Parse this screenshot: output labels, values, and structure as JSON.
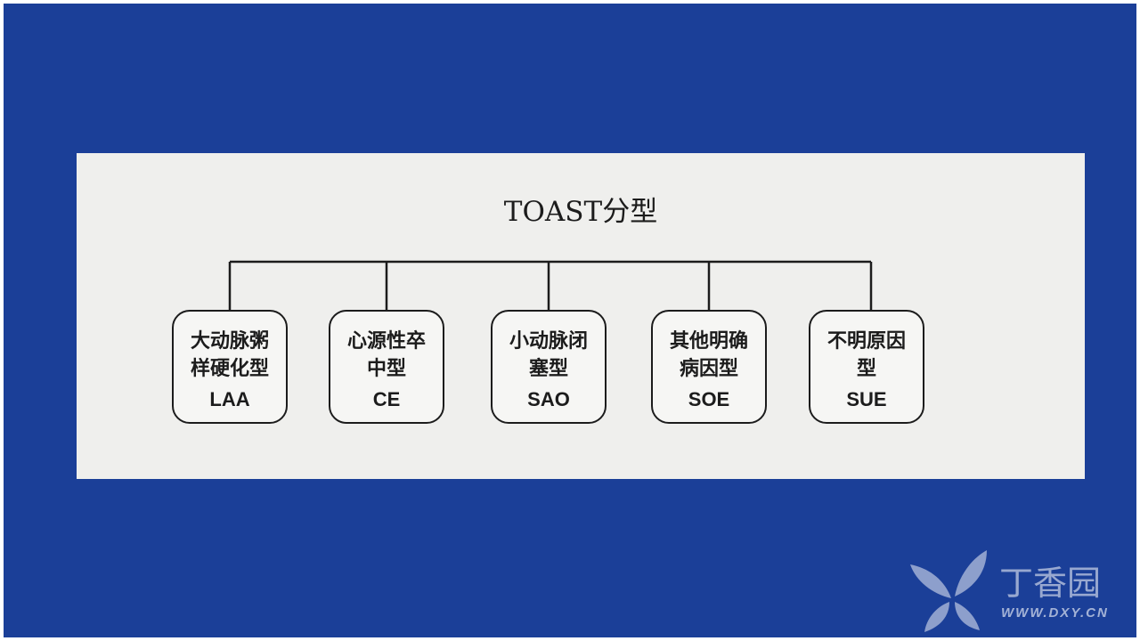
{
  "slide": {
    "background_color": "#1b3f98",
    "panel_color": "#efefed"
  },
  "diagram": {
    "title": "TOAST分型",
    "nodes": [
      {
        "name": "大动脉粥样硬化型",
        "abbr": "LAA"
      },
      {
        "name": "心源性卒中型",
        "abbr": "CE"
      },
      {
        "name": "小动脉闭塞型",
        "abbr": "SAO"
      },
      {
        "name": "其他明确病因型",
        "abbr": "SOE"
      },
      {
        "name": "不明原因型",
        "abbr": "SUE"
      }
    ]
  },
  "watermark": {
    "brand": "丁香园",
    "url": "WWW.DXY.CN",
    "icon": "clove-leaf-icon"
  }
}
